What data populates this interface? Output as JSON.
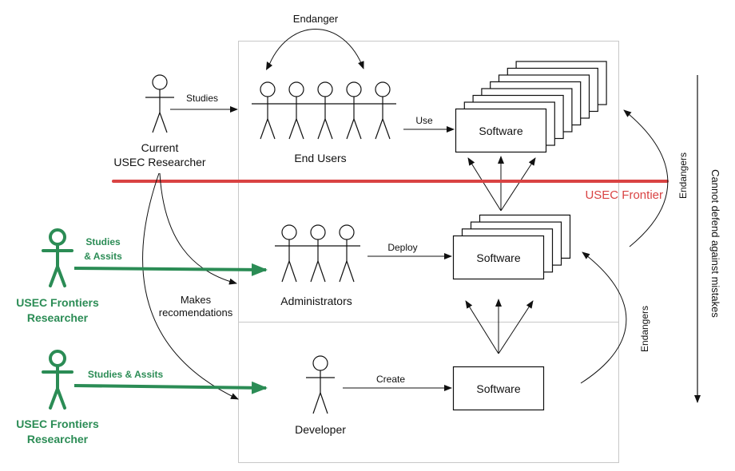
{
  "colors": {
    "frontier_line": "#d94343",
    "frontier_researcher": "#2b8c55",
    "ink": "#111111",
    "frame": "#c8c8c8"
  },
  "actors": {
    "current_researcher": {
      "label_line1": "Current",
      "label_line2": "USEC Researcher"
    },
    "end_users": {
      "label": "End Users",
      "count": 5
    },
    "administrators": {
      "label": "Administrators",
      "count": 3
    },
    "developer": {
      "label": "Developer",
      "count": 1
    },
    "frontiers_researcher_1": {
      "label_line1": "USEC Frontiers",
      "label_line2": "Researcher"
    },
    "frontiers_researcher_2": {
      "label_line1": "USEC Frontiers",
      "label_line2": "Researcher"
    }
  },
  "software": {
    "end_users_stack": {
      "label": "Software",
      "stack_count": 8
    },
    "admin_stack": {
      "label": "Software",
      "stack_count": 4
    },
    "developer_box": {
      "label": "Software",
      "stack_count": 1
    }
  },
  "edges": {
    "endanger_top": "Endanger",
    "studies": "Studies",
    "use": "Use",
    "deploy": "Deploy",
    "create": "Create",
    "makes_recommendations_line1": "Makes",
    "makes_recommendations_line2": "recomendations",
    "frontiers_1_line1": "Studies",
    "frontiers_1_line2": "& Assits",
    "frontiers_2": "Studies & Assits",
    "endangers_upper": "Endangers",
    "endangers_lower": "Endangers",
    "side_arrow": "Cannot defend against mistakes"
  },
  "frontier": {
    "label": "USEC Frontier"
  }
}
